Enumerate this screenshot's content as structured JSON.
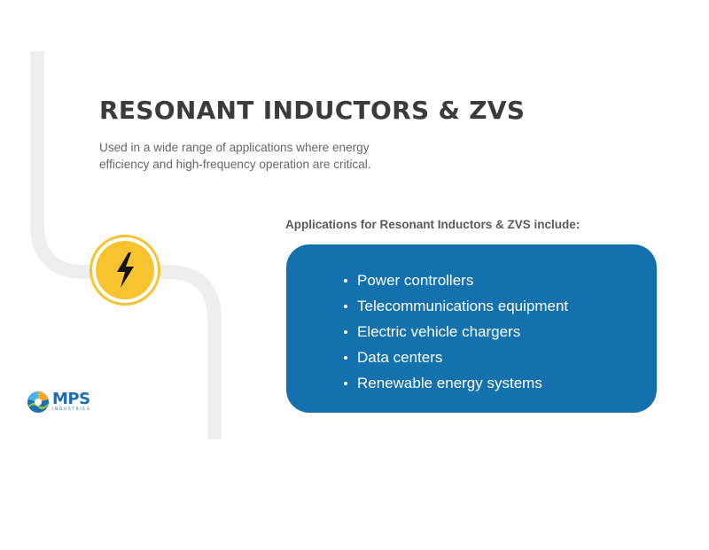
{
  "header": {
    "title": "RESONANT INDUCTORS & ZVS",
    "subtitle": "Used in a wide range of applications where energy efficiency and high-frequency operation are critical."
  },
  "applications": {
    "heading": "Applications for Resonant Inductors & ZVS include:",
    "items": [
      "Power controllers",
      "Telecommunications equipment",
      "Electric vehicle chargers",
      "Data centers",
      "Renewable energy systems"
    ]
  },
  "logo": {
    "word": "MPS",
    "sub": "INDUSTRIES"
  },
  "icons": {
    "badge": "lightning-bolt-icon"
  },
  "colors": {
    "accent_blue": "#1471ae",
    "accent_yellow": "#f7c32e",
    "title_text": "#3b3b3b",
    "track_gray": "#eeeeee"
  }
}
